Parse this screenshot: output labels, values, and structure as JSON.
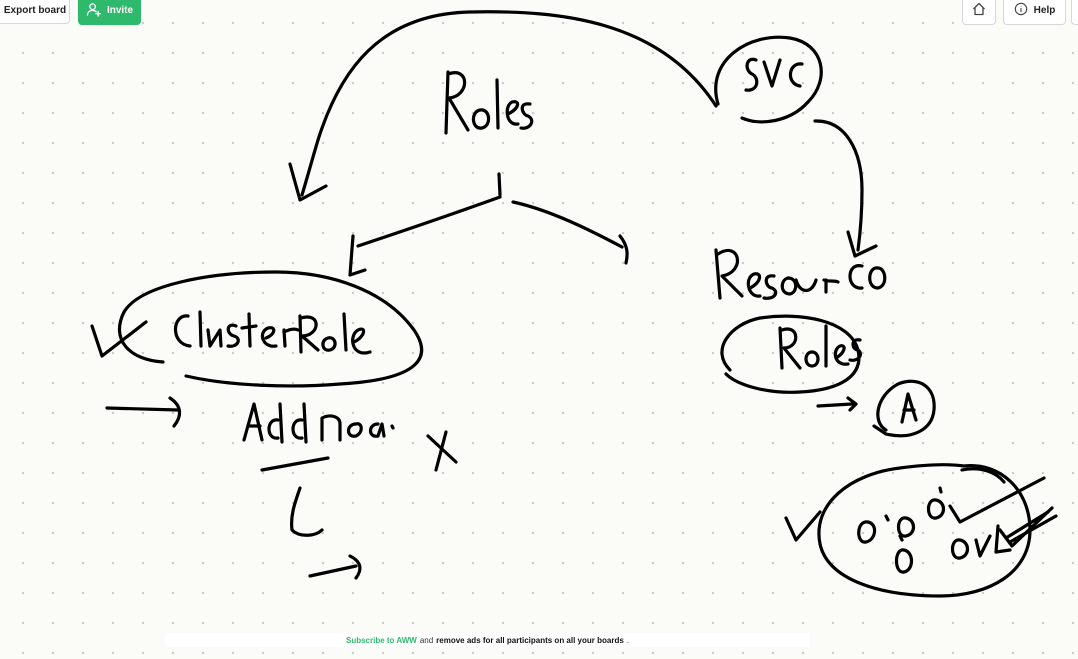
{
  "toolbar": {
    "export_label": "Export board",
    "invite_label": "Invite",
    "help_label": "Help",
    "accent_color": "#2fb96c"
  },
  "icons": {
    "invite": "add-user-icon",
    "home": "home-icon",
    "help": "info-icon"
  },
  "board": {
    "handwritten_words": [
      "Roles",
      "SVC",
      "Resource",
      "Roles",
      "ClusterRole",
      "Add Noa.",
      "X",
      "A",
      "0",
      "0",
      "0",
      "0"
    ],
    "stroke_color": "#000000"
  },
  "promo": {
    "link": "Subscribe to AWW",
    "middle": "and",
    "bold": "remove ads for all participants on all your boards",
    "end": "."
  }
}
